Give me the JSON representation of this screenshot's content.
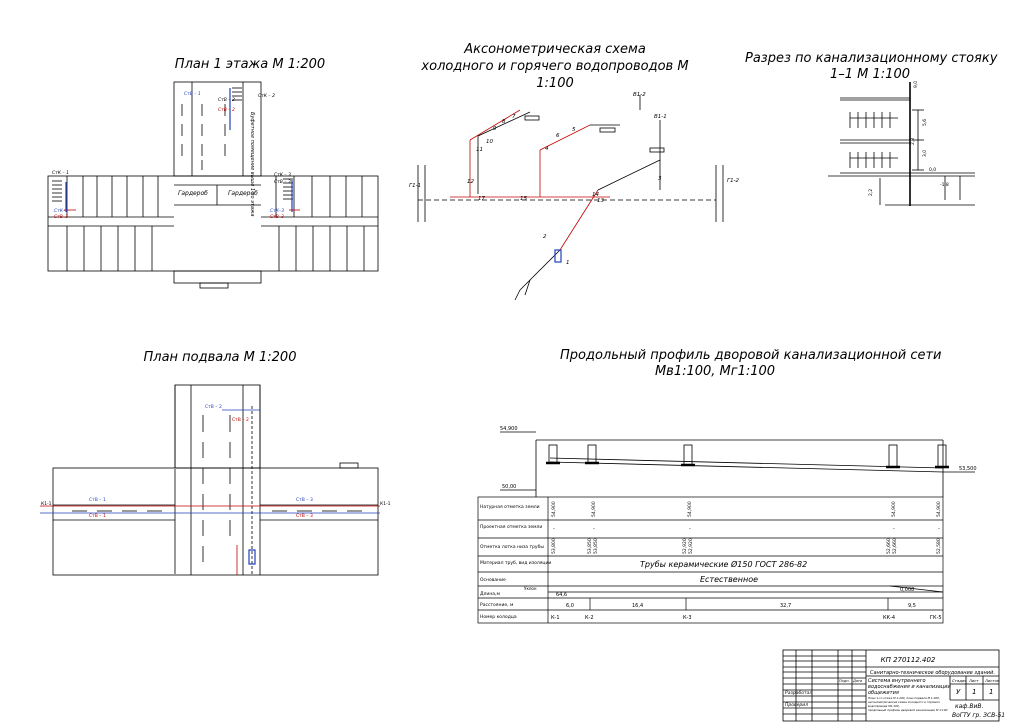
{
  "titles": {
    "floor1": "План 1 этажа  М 1:200",
    "axon": [
      "Аксонометрическая схема",
      "холодного и горячего водопроводов    М",
      "1:100"
    ],
    "section": [
      "Разрез по канализационному стояку",
      "1–1  М 1:100"
    ],
    "basement": "План подвала  М 1:200",
    "profile": [
      "Продольный профиль дворовой канализационной сети",
      "Мв1:100, Мг1:100"
    ]
  },
  "floor1_plan": {
    "room_labels": [
      "Гардероб",
      "Гардероб"
    ],
    "corridor_note": "Буфетное помещение выше 1-го этажа",
    "riser_tags": [
      "СтК – 1",
      "СтВ – 1",
      "СтВ – 2",
      "СтК – 2",
      "СтВ – 3",
      "СтК – 3",
      "СтВ – 2"
    ],
    "outlet_tags": [
      "СтК–1",
      "СтВ–1",
      "СтК–3",
      "СтВ–3"
    ]
  },
  "basement_plan": {
    "riser_tags": [
      "СтВ – 2",
      "СтВ – 2",
      "СтВ – 1",
      "СтВ – 1",
      "СтВ – 3",
      "СтВ – 3"
    ],
    "outlet_tags": [
      "К1-1",
      "К1-1"
    ]
  },
  "axon_scheme": {
    "outlet_tags": [
      "Г1-1",
      "Г1-2",
      "В1-1",
      "В1-2"
    ],
    "node_labels": [
      "17",
      "15",
      "14",
      "13",
      "12",
      "11",
      "10",
      "9",
      "8",
      "7",
      "6",
      "5",
      "4",
      "3",
      "2",
      "1"
    ]
  },
  "section": {
    "levels": [
      "9,0",
      "5,6",
      "3,0",
      "2,8",
      "2,2",
      "-1,8",
      "0,0"
    ]
  },
  "profile": {
    "top_elevation": "54,900",
    "datum": "50,00",
    "end_elevation": "53,500",
    "row_headers": [
      "Натурная отметка земли",
      "Проектная отметка земли",
      "Отметка лотка низа трубы",
      "Материал труб, вид изоляции",
      "Основание",
      "Длина,м",
      "Расстояние, м",
      "Номер колодца"
    ],
    "slope_header": "Уклон",
    "natural_marks": [
      "54,900",
      "54,900",
      "54,900",
      "54,900",
      "54,900"
    ],
    "design_marks": [
      "-",
      "-",
      "-",
      "-",
      "-"
    ],
    "invert_marks": [
      "53,800",
      "53,850",
      "53,850",
      "52,920",
      "52,920",
      "52,660",
      "52,660",
      "52,580"
    ],
    "pipe_material": "Трубы керамические  Ø150    ГОСТ 286-82",
    "base": "Естественное",
    "length": "64,6",
    "slope": "0,008",
    "distances": [
      "6,0",
      "16,4",
      "32,7",
      "9,5"
    ],
    "wells": [
      "К-1",
      "К-2",
      "К-3",
      "КК-4",
      "ГК-5"
    ]
  },
  "stamp": {
    "doc_code": "КП  270112.402",
    "subject": "Санитарно-техническое оборудование зданий.",
    "sheet_title": [
      "Система внутреннего",
      "водоснабжения и канализации",
      "общежития"
    ],
    "sheet_note": [
      "План 1-го этажа М 1:200, план подвала М 1:200,",
      "аксонометрическая схема холодного и горячего",
      "водопровода М1:100,",
      "продольный профиль дворовой канализации М 1:100"
    ],
    "col_stage": "Стадия",
    "col_sheet": "Лист",
    "col_sheets": "Листов",
    "stage": "У",
    "sheet": "1",
    "sheets": "1",
    "dept": "каф.ВиВ.",
    "org": "ВоГТУ гр. ЗСВ-51",
    "roles": [
      "Разработал",
      "Проверил"
    ],
    "hdr_sign": "Подп.",
    "hdr_date": "Дата"
  }
}
